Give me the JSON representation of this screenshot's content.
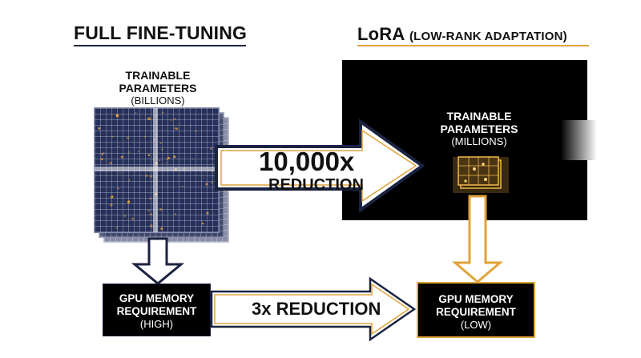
{
  "header": {
    "left_title": "FULL FINE-TUNING",
    "right_title_main": "LoRA",
    "right_title_sub": "(LOW-RANK ADAPTATION)"
  },
  "full": {
    "params_label_1": "TRAINABLE",
    "params_label_2": "PARAMETERS",
    "params_sub": "(BILLIONS)"
  },
  "lora": {
    "params_label_1": "TRAINABLE",
    "params_label_2": "PARAMETERS",
    "params_sub": "(MILLIONS)"
  },
  "arrow_top": {
    "amount": "10,000x",
    "label": "REDUCTION"
  },
  "arrow_bottom": {
    "text": "3x REDUCTION"
  },
  "gpu_left": {
    "line1": "GPU MEMORY",
    "line2": "REQUIREMENT",
    "sub": "(HIGH)"
  },
  "gpu_right": {
    "line1": "GPU MEMORY",
    "line2": "REQUIREMENT",
    "sub": "(LOW)"
  },
  "colors": {
    "navy": "#1b2341",
    "gold": "#e0a33a",
    "matrix": "#26305a",
    "panel": "#000000"
  }
}
